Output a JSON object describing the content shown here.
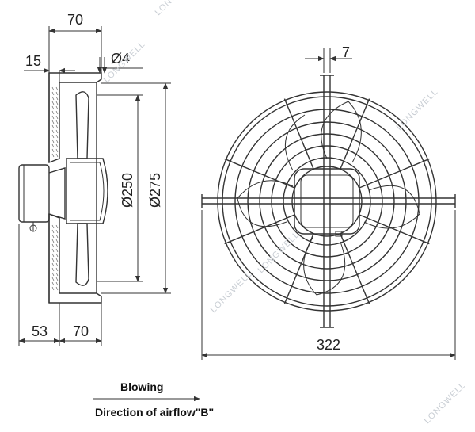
{
  "dimensions": {
    "housing_depth": "70",
    "flange_width": "15",
    "hole_diameter": "Ø4",
    "fan_diameter": "Ø250",
    "outer_diameter": "Ø275",
    "motor_depth": "53",
    "blade_depth": "70",
    "guard_wire_width": "7",
    "guard_width": "322"
  },
  "caption": {
    "mode": "Blowing",
    "direction": "Direction of airflow\"B\""
  },
  "watermark": "LONGWELL"
}
